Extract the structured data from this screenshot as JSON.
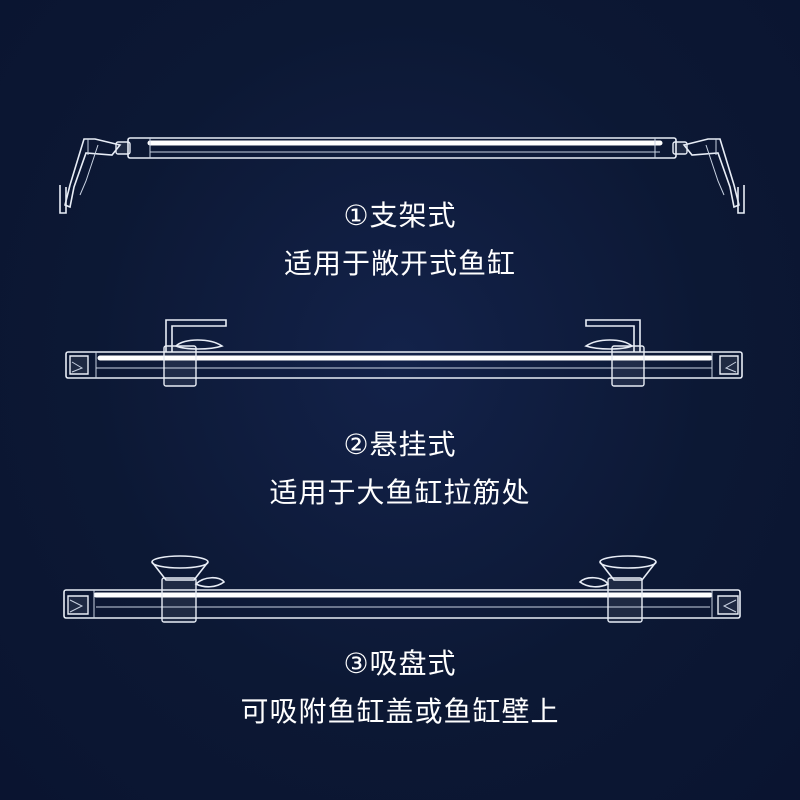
{
  "mounts": [
    {
      "id": "bracket",
      "title": "①支架式",
      "description": "适用于敞开式鱼缸",
      "icon": "bracket-mount-light-bar"
    },
    {
      "id": "hanging",
      "title": "②悬挂式",
      "description": "适用于大鱼缸拉筋处",
      "icon": "hanging-mount-light-bar"
    },
    {
      "id": "suction",
      "title": "③吸盘式",
      "description": "可吸附鱼缸盖或鱼缸壁上",
      "icon": "suction-cup-mount-light-bar"
    }
  ],
  "colors": {
    "background": "#0c1834",
    "line": "#e8edf6",
    "text": "#ffffff"
  }
}
